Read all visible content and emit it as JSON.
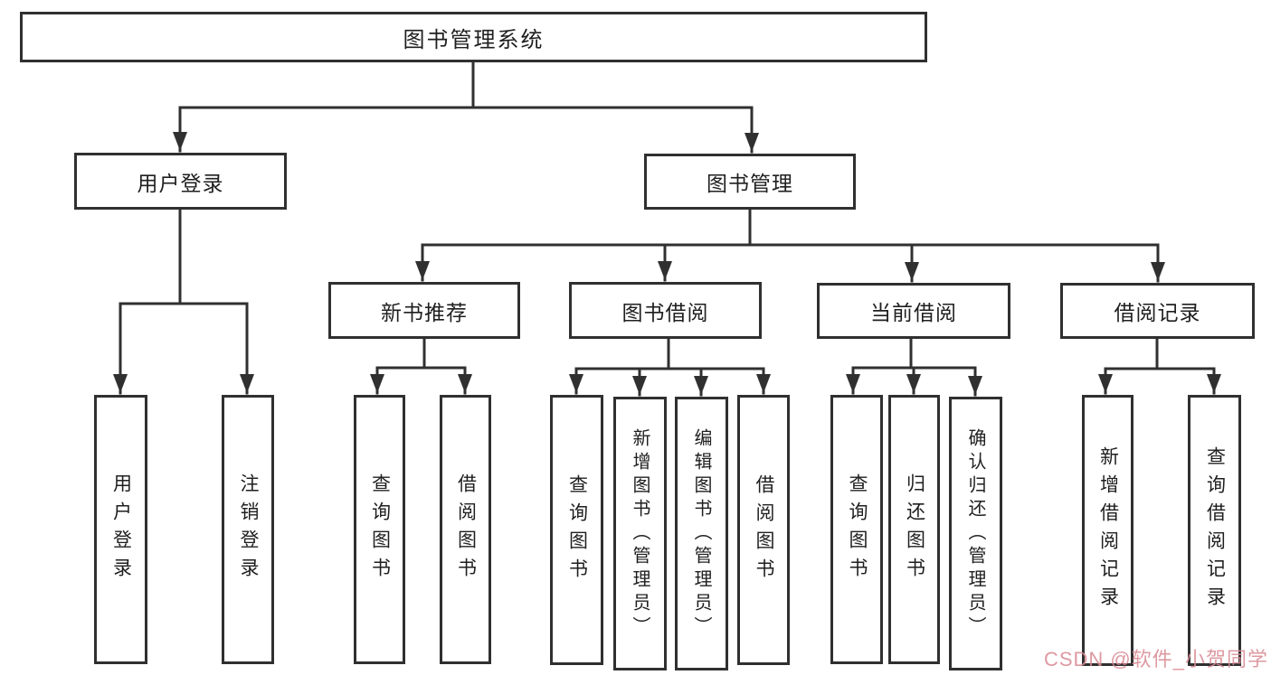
{
  "page": {
    "background": "#ffffff",
    "kind": "functional-structure-diagram"
  },
  "diagram": {
    "type": "tree",
    "title": "图书管理系统",
    "nodes": [
      {
        "id": "root",
        "label": "图书管理系统",
        "parent": null,
        "level": 1
      },
      {
        "id": "user-login-module",
        "label": "用户登录",
        "parent": "root",
        "level": 2
      },
      {
        "id": "book-management",
        "label": "图书管理",
        "parent": "root",
        "level": 2
      },
      {
        "id": "new-book-recommend",
        "label": "新书推荐",
        "parent": "book-management",
        "level": 3
      },
      {
        "id": "book-borrowing",
        "label": "图书借阅",
        "parent": "book-management",
        "level": 3
      },
      {
        "id": "current-borrowing",
        "label": "当前借阅",
        "parent": "book-management",
        "level": 3
      },
      {
        "id": "borrowing-records",
        "label": "借阅记录",
        "parent": "book-management",
        "level": 3
      },
      {
        "id": "user-login",
        "label": "用户登录",
        "parent": "user-login-module",
        "level": 4
      },
      {
        "id": "logout",
        "label": "注销登录",
        "parent": "user-login-module",
        "level": 4
      },
      {
        "id": "query-books-1",
        "label": "查询图书",
        "parent": "new-book-recommend",
        "level": 4
      },
      {
        "id": "borrow-books-1",
        "label": "借阅图书",
        "parent": "new-book-recommend",
        "level": 4
      },
      {
        "id": "query-books-2",
        "label": "查询图书",
        "parent": "book-borrowing",
        "level": 4
      },
      {
        "id": "add-books-admin",
        "label": "新增图书（管理员）",
        "parent": "book-borrowing",
        "level": 4
      },
      {
        "id": "edit-books-admin",
        "label": "编辑图书（管理员）",
        "parent": "book-borrowing",
        "level": 4
      },
      {
        "id": "borrow-books-2",
        "label": "借阅图书",
        "parent": "book-borrowing",
        "level": 4
      },
      {
        "id": "query-books-3",
        "label": "查询图书",
        "parent": "current-borrowing",
        "level": 4
      },
      {
        "id": "return-books",
        "label": "归还图书",
        "parent": "current-borrowing",
        "level": 4
      },
      {
        "id": "confirm-return-admin",
        "label": "确认归还（管理员）",
        "parent": "current-borrowing",
        "level": 4
      },
      {
        "id": "add-borrow-record",
        "label": "新增借阅记录",
        "parent": "borrowing-records",
        "level": 4
      },
      {
        "id": "query-borrow-record",
        "label": "查询借阅记录",
        "parent": "borrowing-records",
        "level": 4
      }
    ]
  },
  "watermark": {
    "text": "CSDN @软件_小贺同学",
    "color": "#d98b95"
  },
  "colors": {
    "line": "#303030",
    "text": "#1f1f1f",
    "background": "#ffffff"
  }
}
